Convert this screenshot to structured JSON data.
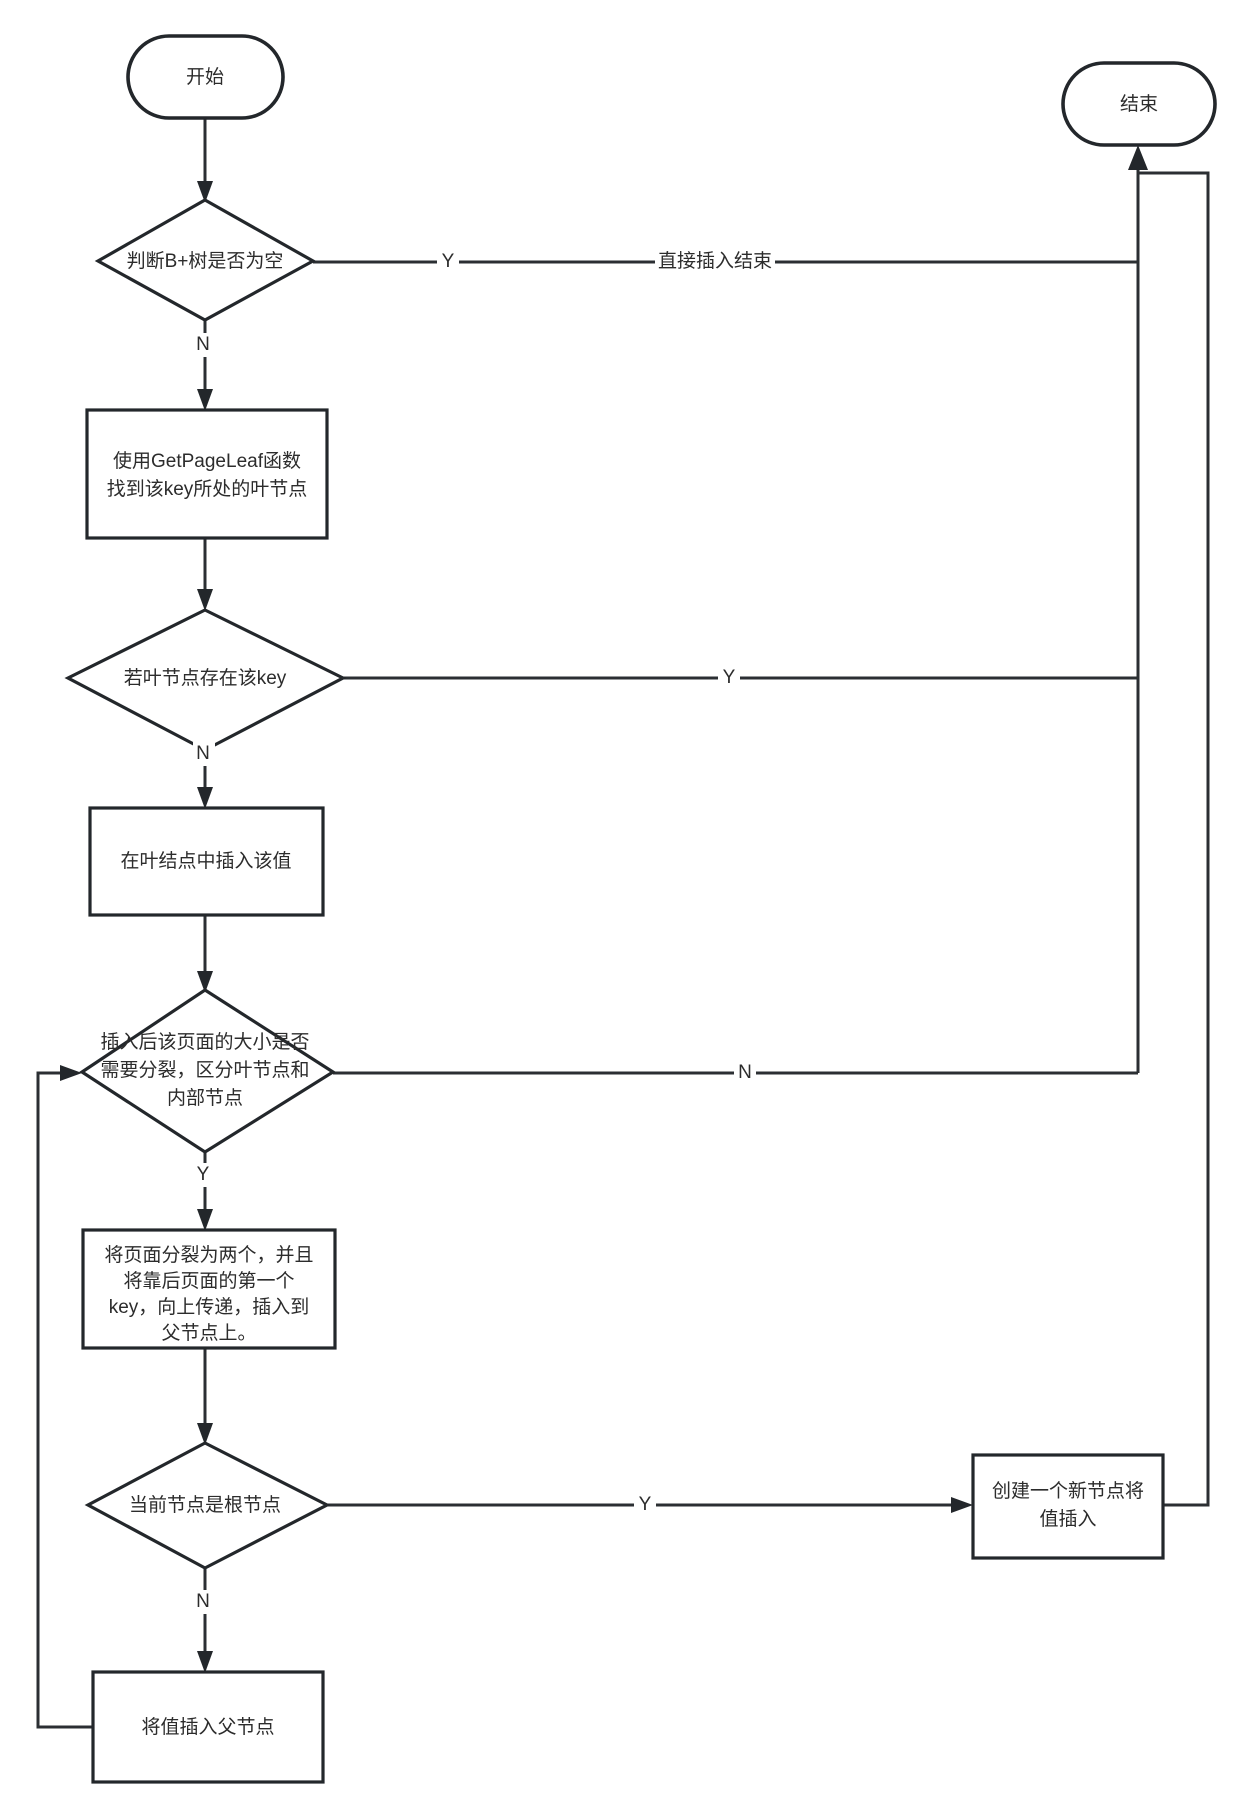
{
  "diagram": {
    "type": "flowchart",
    "title_text_language": "zh-CN",
    "background_color": "#ffffff",
    "stroke_color": "#23272b",
    "text_color": "#2c2c2c",
    "nodes": [
      {
        "id": "start",
        "shape": "terminator",
        "label": "开始"
      },
      {
        "id": "end",
        "shape": "terminator",
        "label": "结束"
      },
      {
        "id": "d_empty",
        "shape": "decision",
        "label": "判断B+树是否为空"
      },
      {
        "id": "p_getleaf",
        "shape": "process",
        "label_lines": [
          "使用GetPageLeaf函数",
          "找到该key所处的叶节点"
        ]
      },
      {
        "id": "d_haskey",
        "shape": "decision",
        "label": "若叶节点存在该key"
      },
      {
        "id": "p_insert",
        "shape": "process",
        "label": "在叶结点中插入该值"
      },
      {
        "id": "d_split",
        "shape": "decision",
        "label_lines": [
          "插入后该页面的大小是否",
          "需要分裂，区分叶节点和",
          "内部节点"
        ]
      },
      {
        "id": "p_split",
        "shape": "process",
        "label_lines": [
          "将页面分裂为两个，并且",
          "将靠后页面的第一个",
          "key，向上传递，插入到",
          "父节点上。"
        ]
      },
      {
        "id": "d_isroot",
        "shape": "decision",
        "label": "当前节点是根节点"
      },
      {
        "id": "p_newnode",
        "shape": "process",
        "label_lines": [
          "创建一个新节点将",
          "值插入"
        ]
      },
      {
        "id": "p_toparent",
        "shape": "process",
        "label": "将值插入父节点"
      }
    ],
    "edge_labels": {
      "empty_yes": "Y",
      "empty_yes_note": "直接插入结束",
      "empty_no": "N",
      "haskey_yes": "Y",
      "haskey_no": "N",
      "split_no": "N",
      "split_yes": "Y",
      "isroot_yes": "Y",
      "isroot_no": "N"
    },
    "edges": [
      {
        "from": "start",
        "to": "d_empty",
        "label": ""
      },
      {
        "from": "d_empty",
        "to": "end",
        "label": "Y 直接插入结束"
      },
      {
        "from": "d_empty",
        "to": "p_getleaf",
        "label": "N"
      },
      {
        "from": "p_getleaf",
        "to": "d_haskey",
        "label": ""
      },
      {
        "from": "d_haskey",
        "to": "end",
        "label": "Y"
      },
      {
        "from": "d_haskey",
        "to": "p_insert",
        "label": "N"
      },
      {
        "from": "p_insert",
        "to": "d_split",
        "label": ""
      },
      {
        "from": "d_split",
        "to": "end",
        "label": "N"
      },
      {
        "from": "d_split",
        "to": "p_split",
        "label": "Y"
      },
      {
        "from": "p_split",
        "to": "d_isroot",
        "label": ""
      },
      {
        "from": "d_isroot",
        "to": "p_newnode",
        "label": "Y"
      },
      {
        "from": "d_isroot",
        "to": "p_toparent",
        "label": "N"
      },
      {
        "from": "p_newnode",
        "to": "end",
        "label": ""
      },
      {
        "from": "p_toparent",
        "to": "d_split",
        "label": ""
      }
    ]
  }
}
